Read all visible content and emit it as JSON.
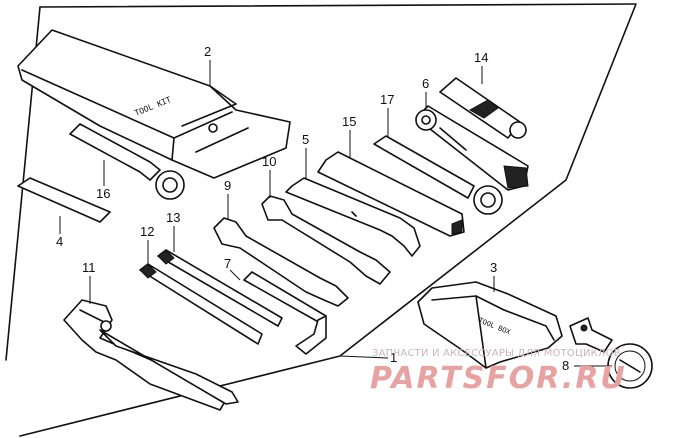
{
  "diagram": {
    "kit_number": "1",
    "part_numbers": {
      "p2": "2",
      "p3": "3",
      "p4": "4",
      "p5": "5",
      "p6": "6",
      "p7": "7",
      "p8": "8",
      "p9": "9",
      "p10": "10",
      "p11": "11",
      "p12": "12",
      "p13": "13",
      "p14": "14",
      "p15": "15",
      "p16": "16",
      "p17": "17"
    },
    "pouch_stamp": "TOOL KIT",
    "case_stamp": "TOOL BOX"
  },
  "watermark": {
    "caption": "ЗАПЧАСТИ И АКСЕССУАРЫ ДЛЯ МОТОЦИКЛОВ",
    "logo": "PARTSFOR.RU"
  }
}
